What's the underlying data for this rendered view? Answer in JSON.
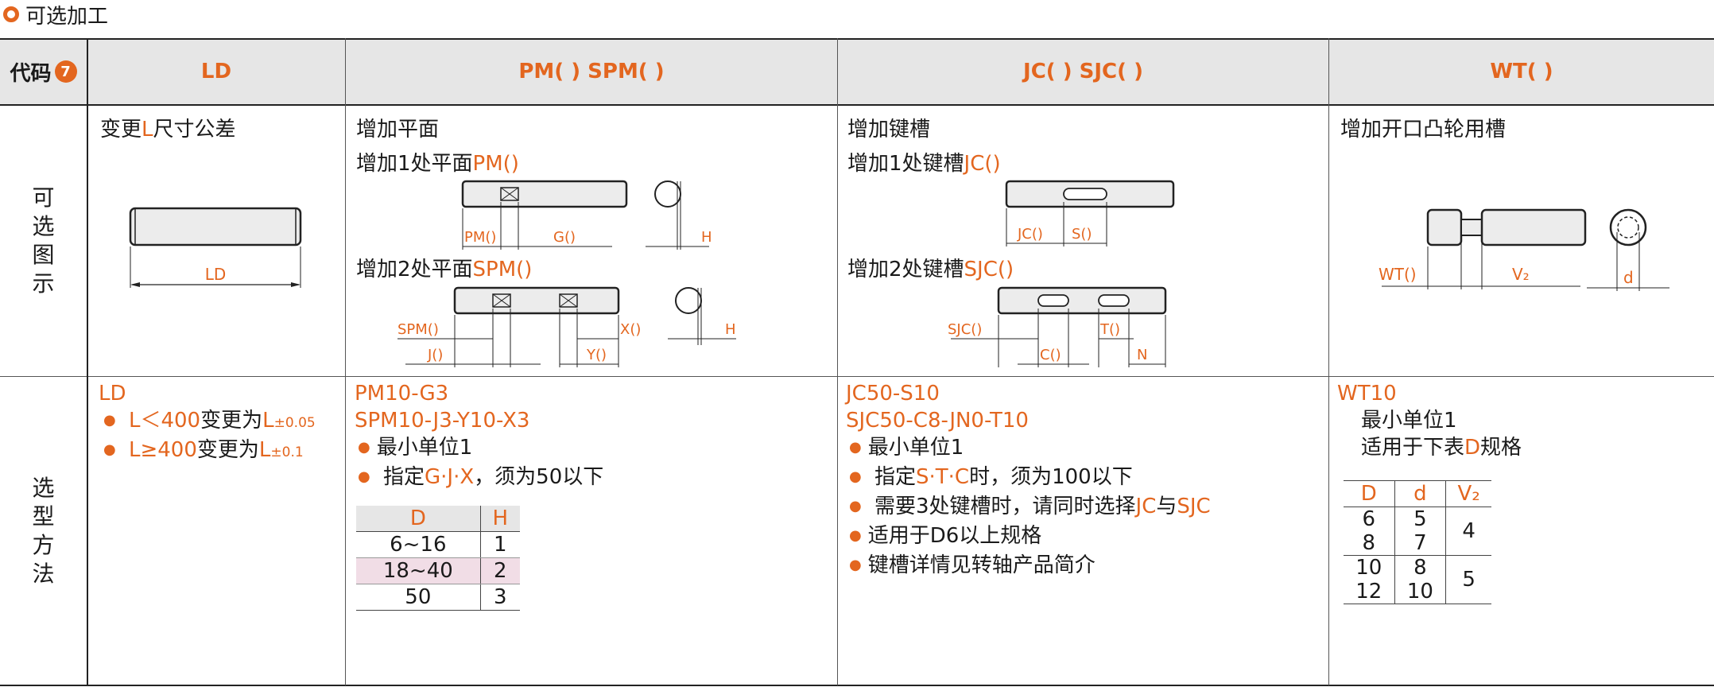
{
  "title": "可选加工",
  "header": {
    "code_label": "代码",
    "code_badge": "7",
    "col_ld": "LD",
    "col_pm": "PM( ) SPM( )",
    "col_jc": "JC( ) SJC( )",
    "col_wt": "WT( )"
  },
  "row_labels": {
    "diagram": [
      "可",
      "选",
      "图",
      "示"
    ],
    "selection": [
      "选",
      "型",
      "方",
      "法"
    ]
  },
  "diagram_row": {
    "ld": {
      "title_pre": "变更",
      "title_hl": "L",
      "title_post": "尺寸公差",
      "dim_ld": "LD"
    },
    "pm": {
      "title": "增加平面",
      "sub1_pre": "增加1处平面",
      "sub1_hl": "PM()",
      "sub2_pre": "增加2处平面",
      "sub2_hl": "SPM()",
      "dim_pm": "PM()",
      "dim_g": "G()",
      "dim_h1": "H",
      "dim_spm": "SPM()",
      "dim_j": "J()",
      "dim_y": "Y()",
      "dim_x": "X()",
      "dim_h2": "H"
    },
    "jc": {
      "title": "增加键槽",
      "sub1_pre": "增加1处键槽",
      "sub1_hl": "JC()",
      "sub2_pre": "增加2处键槽",
      "sub2_hl": "SJC()",
      "dim_jc": "JC()",
      "dim_s": "S()",
      "dim_sjc": "SJC()",
      "dim_t": "T()",
      "dim_c": "C()",
      "dim_n": "N"
    },
    "wt": {
      "title": "增加开口凸轮用槽",
      "dim_wt": "WT()",
      "dim_v": "V₂",
      "dim_d": "d"
    }
  },
  "selection_row": {
    "ld": {
      "code": "LD",
      "items": [
        {
          "pre": "L＜400",
          "mid": "变更为",
          "hl": "L",
          "sub": "±0.05"
        },
        {
          "pre": "L≥400",
          "mid": "变更为",
          "hl": "L",
          "sub": "±0.1"
        }
      ]
    },
    "pm": {
      "codes": [
        "PM10-G3",
        "SPM10-J3-Y10-X3"
      ],
      "item1": "最小单位1",
      "item2_pre": "指定",
      "item2_hl": "G·J·X",
      "item2_post": "，须为50以下",
      "table_headers": [
        "D",
        "H"
      ],
      "table_rows": [
        [
          "6~16",
          "1"
        ],
        [
          "18~40",
          "2"
        ],
        [
          "50",
          "3"
        ]
      ]
    },
    "jc": {
      "codes": [
        "JC50-S10",
        "SJC50-C8-JN0-T10"
      ],
      "item1": "最小单位1",
      "item2_pre": "指定",
      "item2_hl": "S·T·C",
      "item2_post": "时，须为100以下",
      "item3_pre": "需要3处键槽时，请同时选择",
      "item3_hl1": "JC",
      "item3_mid": "与",
      "item3_hl2": "SJC",
      "item4": "适用于D6以上规格",
      "item5": "键槽详情见转轴产品简介"
    },
    "wt": {
      "code": "WT10",
      "line1": "最小单位1",
      "line2_pre": "适用于下表",
      "line2_hl": "D",
      "line2_post": "规格",
      "table_headers": [
        "D",
        "d",
        "V₂"
      ],
      "table_rows": [
        [
          "6",
          "5"
        ],
        [
          "8",
          "7"
        ],
        [
          "10",
          "8"
        ],
        [
          "12",
          "10"
        ]
      ],
      "v2_values": [
        "4",
        "5"
      ]
    }
  },
  "colors": {
    "accent": "#e3661f",
    "header_bg": "#e6e6e6",
    "row_highlight": "#f1dde6"
  }
}
